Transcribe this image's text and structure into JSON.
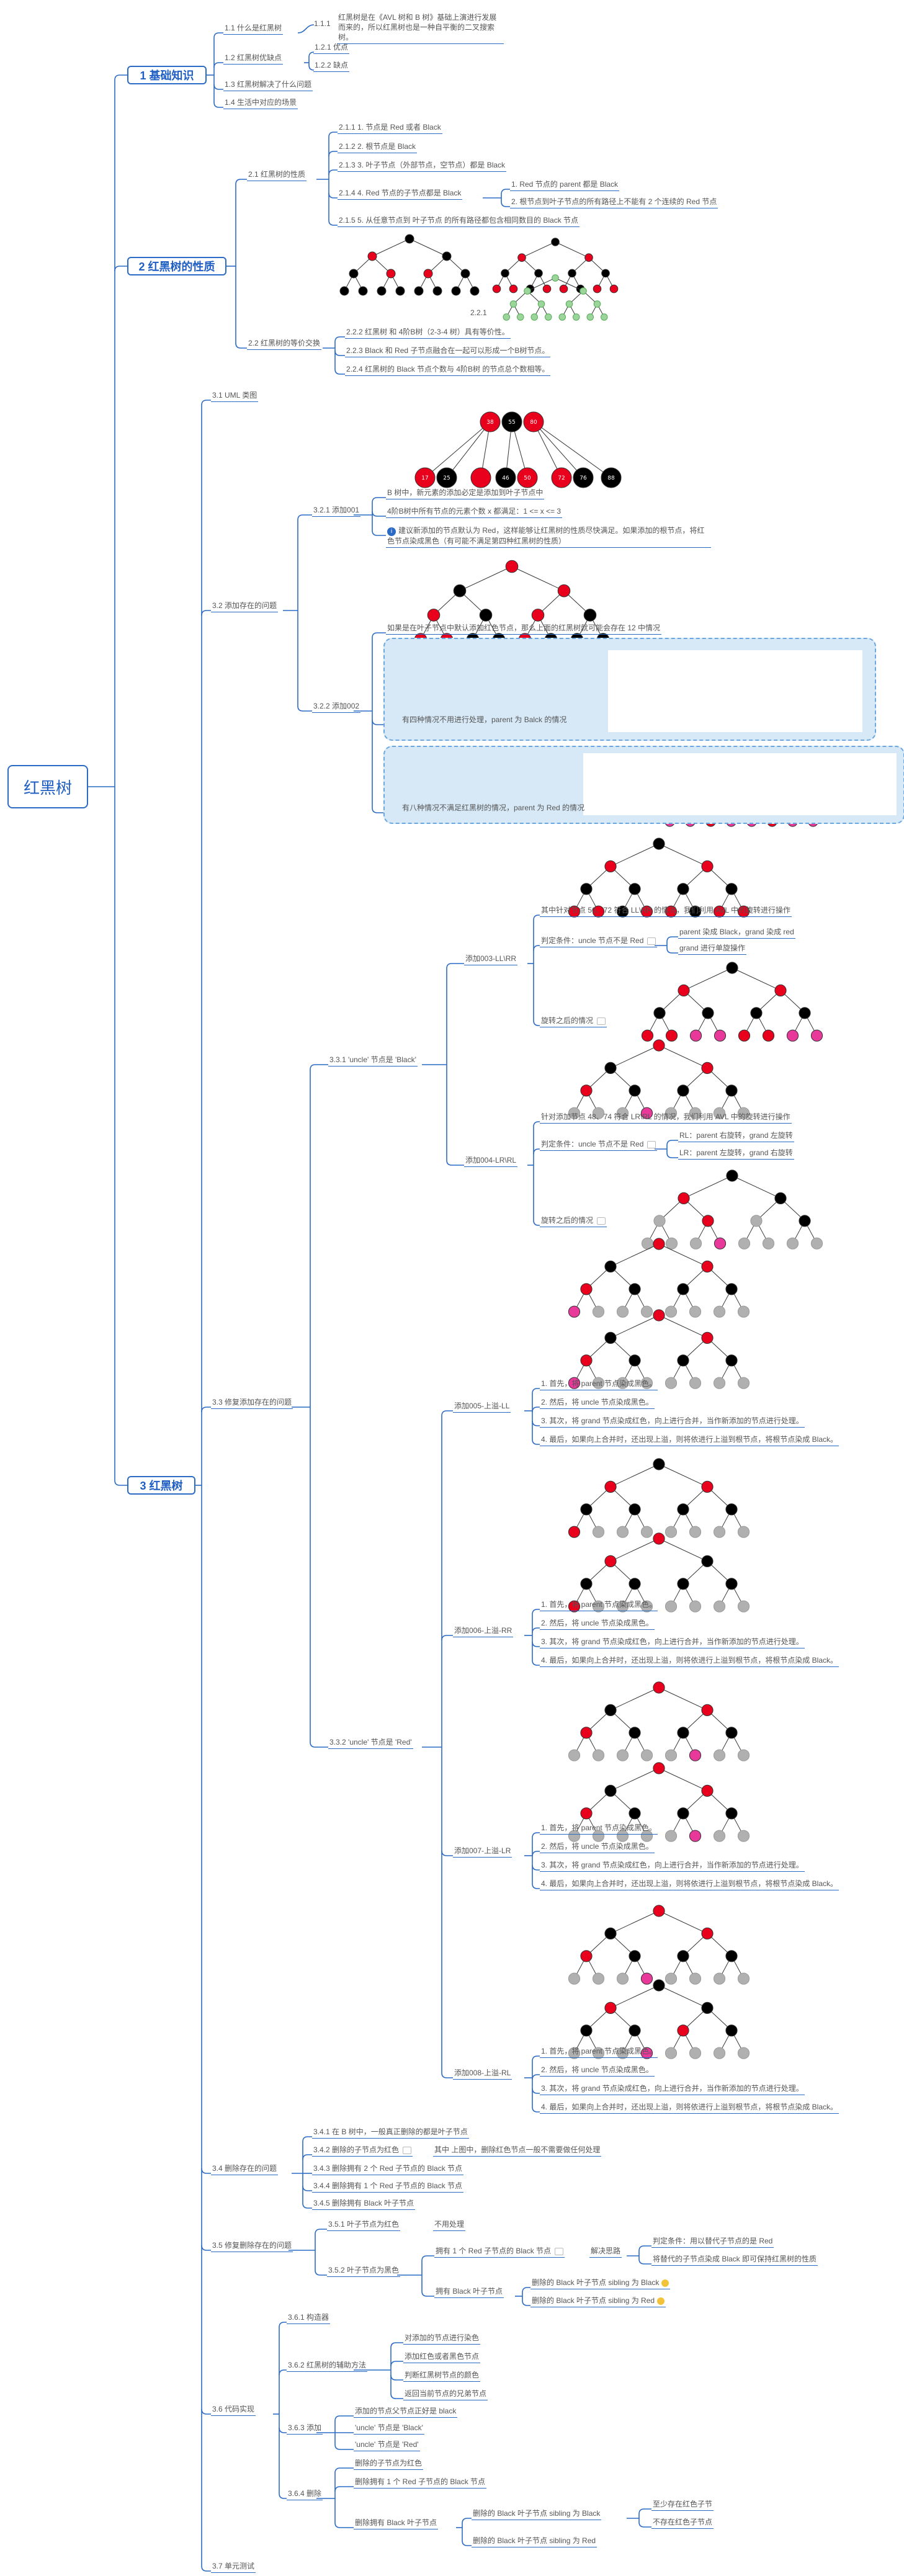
{
  "root": "红黑树",
  "sections": {
    "s1": "1  基础知识",
    "s2": "2  红黑树的性质",
    "s3": "3  红黑树"
  },
  "s1": {
    "i1": "1.1  什么是红黑树",
    "i1_1_num": "1.1.1",
    "i1_1_text": "红黑树是在《AVL 树和 B 树》基础上演进行发展而来的，所以红黑树也是一种自平衡的二叉搜索树。",
    "i2": "1.2  红黑树优缺点",
    "i2_1": "1.2.1  优点",
    "i2_2": "1.2.2  缺点",
    "i3": "1.3  红黑树解决了什么问题",
    "i4": "1.4  生活中对应的场景"
  },
  "s2": {
    "p1": "2.1  红黑树的性质",
    "p1_1": "2.1.1  1. 节点是 Red 或者 Black",
    "p1_2": "2.1.2  2. 根节点是 Black",
    "p1_3": "2.1.3  3. 叶子节点（外部节点，空节点）都是 Black",
    "p1_4": "2.1.4  4. Red 节点的子节点都是 Black",
    "p1_4a": "1. Red 节点的 parent 都是 Black",
    "p1_4b": "2. 根节点到叶子节点的所有路径上不能有 2 个连续的 Red 节点",
    "p1_5": "2.1.5  5. 从任意节点到 叶子节点 的所有路径都包含相同数目的 Black 节点",
    "fig": "2.2.1",
    "p2": "2.2  红黑树的等价交换",
    "p2_2": "2.2.2  红黑树 和 4阶B树（2-3-4 树）具有等价性。",
    "p2_3": "2.2.3  Black 和 Red 子节点融合在一起可以形成一个B树节点。",
    "p2_4": "2.2.4  红黑树的 Black 节点个数与 4阶B树 的节点总个数相等。"
  },
  "s3": {
    "uml": "3.1  UML 类图",
    "add": "3.2  添加存在的问题",
    "add1": "3.2.1  添加001",
    "add1_a": "B 树中，新元素的添加必定是添加到叶子节点中",
    "add1_b": "4阶B树中所有节点的元素个数 x 都满足：1 <= x <= 3",
    "add1_c": "建议新添加的节点默认为 Red，这样能够让红黑树的性质尽快满足。如果添加的根节点，将红色节点染成黑色（有可能不满足第四种红黑树的性质）",
    "add2": "3.2.2  添加002",
    "add2_a": "如果是在叶子节点中默认添加红色节点，那么上面的红黑树就可能会存在 12 中情况",
    "add2_b": "有四种情况不用进行处理，parent 为 Balck 的情况",
    "add2_c": "有八种情况不满足红黑树的情况，parent 为 Red 的情况",
    "fix": "3.3  修复添加存在的问题",
    "fixB": "3.3.1  'uncle' 节点是 'Black'",
    "fix3": "添加003-LL\\RR",
    "fix3_a": "其中针对节点 50、72 符合 LL\\RR 的情况，我们利用 AVL 中的旋转进行操作",
    "fix3_b": "判定条件：uncle 节点不是 Red",
    "fix3_c": "parent 染成 Black，grand 染成 red",
    "fix3_d": "grand 进行单旋操作",
    "fix3_e": "旋转之后的情况",
    "fix4": "添加004-LR\\RL",
    "fix4_a": "针对添加节点 48、74 符合 LR\\RL 的情况，我们利用 AVL 中的旋转进行操作",
    "fix4_b": "判定条件：uncle 节点不是 Red",
    "fix4_c": "RL：parent 右旋转，grand 左旋转",
    "fix4_d": "LR：parent 左旋转，grand 右旋转",
    "fix4_e": "旋转之后的情况",
    "fixR": "3.3.2  'uncle' 节点是 'Red'",
    "fix5": "添加005-上溢-LL",
    "fix6": "添加006-上溢-RR",
    "fix7": "添加007-上溢-LR",
    "fix8": "添加008-上溢-RL",
    "step1": "1. 首先，将 parent 节点染成黑色。",
    "step2": "2. 然后，将 uncle 节点染成黑色。",
    "step3": "3. 其次，将 grand 节点染成红色，向上进行合并，当作新添加的节点进行处理。",
    "step4": "4. 最后，如果向上合并时，还出现上溢，则将依进行上溢到根节点，将根节点染成 Black。",
    "del": "3.4  删除存在的问题",
    "del1": "3.4.1  在 B 树中，一般真正删除的都是叶子节点",
    "del2": "3.4.2  删除的子节点为红色",
    "del2_a": "其中 上图中，删除红色节点一般不需要做任何处理",
    "del3": "3.4.3  删除拥有 2 个 Red 子节点的 Black 节点",
    "del4": "3.4.4  删除拥有 1 个 Red 子节点的 Black 节点",
    "del5": "3.4.5  删除拥有 Black 叶子节点",
    "dfix": "3.5  修复删除存在的问题",
    "dfix1": "3.5.1  叶子节点为红色",
    "dfix1_a": "不用处理",
    "dfix2": "3.5.2  叶子节点为黑色",
    "dfix2_a": "拥有 1 个 Red 子节点的 Black 节点",
    "dfix2_b": "解决思路",
    "dfix2_c": "判定条件：用以替代子节点的是 Red",
    "dfix2_d": "将替代的子节点染成 Black 即可保持红黑树的性质",
    "dfix2_e": "拥有 Black 叶子节点",
    "dfix2_f": "删除的 Black 叶子节点 sibling 为 Black",
    "dfix2_g": "删除的 Black 叶子节点 sibling 为 Red",
    "code": "3.6  代码实现",
    "code1": "3.6.1  构造器",
    "code2": "3.6.2  红黑树的辅助方法",
    "code2_a": "对添加的节点进行染色",
    "code2_b": "添加红色或者黑色节点",
    "code2_c": "判断红黑树节点的颜色",
    "code2_d": "返回当前节点的兄弟节点",
    "code3": "3.6.3  添加",
    "code3_a": "添加的节点父节点正好是 black",
    "code3_b": "'uncle' 节点是 'Black'",
    "code3_c": "'uncle' 节点是 'Red'",
    "code4": "3.6.4  删除",
    "code4_a": "删除的子节点为红色",
    "code4_b": "删除拥有 1 个 Red 子节点的 Black 节点",
    "code4_c": "删除拥有 Black 叶子节点",
    "code4_d": "删除的 Black 叶子节点 sibling 为 Black",
    "code4_e": "删除的 Black 叶子节点 sibling 为 Red",
    "code4_f": "至少存在红色子节",
    "code4_g": "不存在红色子节点",
    "test": "3.7  单元测试"
  },
  "top_tree_values": [
    "38",
    "55",
    "80",
    "17",
    "25",
    "46",
    "50",
    "72",
    "76",
    "88"
  ],
  "colors": {
    "accent": "#2c6bc5",
    "red": "#e8001c",
    "black": "#000000",
    "pink": "#e8399b",
    "gray": "#b0b0b0",
    "bubble": "#d7e9f7"
  }
}
